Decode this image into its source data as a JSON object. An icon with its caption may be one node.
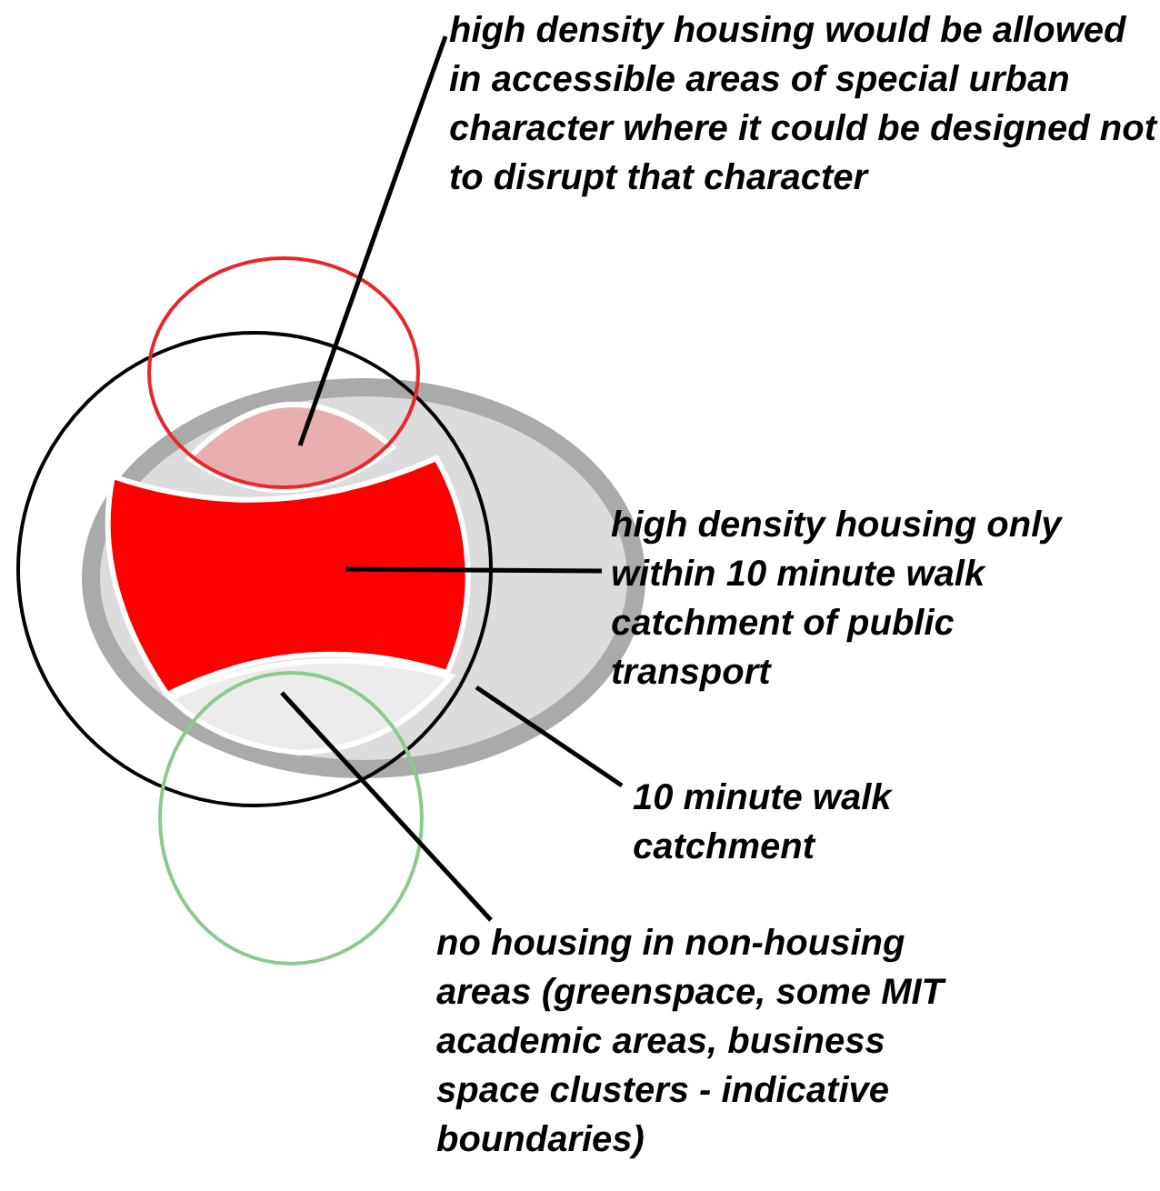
{
  "diagram": {
    "nodes": [
      {
        "text": [
          "high density housing would be allowed in accessible areas of special urban character where it could be designed not to disrupt that character"
        ]
      },
      {
        "text": [],
        "shape": "ellipse"
      },
      {
        "text": [],
        "shape": "lens"
      },
      {
        "text": [
          "high density housing only within 10 minute walk catchment of public transport"
        ]
      },
      {
        "text": [],
        "shape": "lens"
      },
      {
        "text": [
          "10 minute walk catchment"
        ]
      },
      {
        "text": [
          "no housing in non-housing areas (greenspace, some MIT academic areas, business space clusters - indicative boundaries)"
        ]
      },
      {
        "text": [],
        "shape": "lens"
      },
      {
        "text": [],
        "shape": "circle"
      },
      {
        "text": [],
        "shape": "circle"
      },
      {
        "text": [],
        "shape": "circle"
      }
    ],
    "edges": [
      {
        "from": 0,
        "to": 2,
        "arrow": "none"
      },
      {
        "from": 3,
        "to": 4,
        "arrow": "none"
      },
      {
        "from": 5,
        "to": 1,
        "arrow": "none"
      },
      {
        "from": 6,
        "to": 7,
        "arrow": "none"
      }
    ]
  }
}
